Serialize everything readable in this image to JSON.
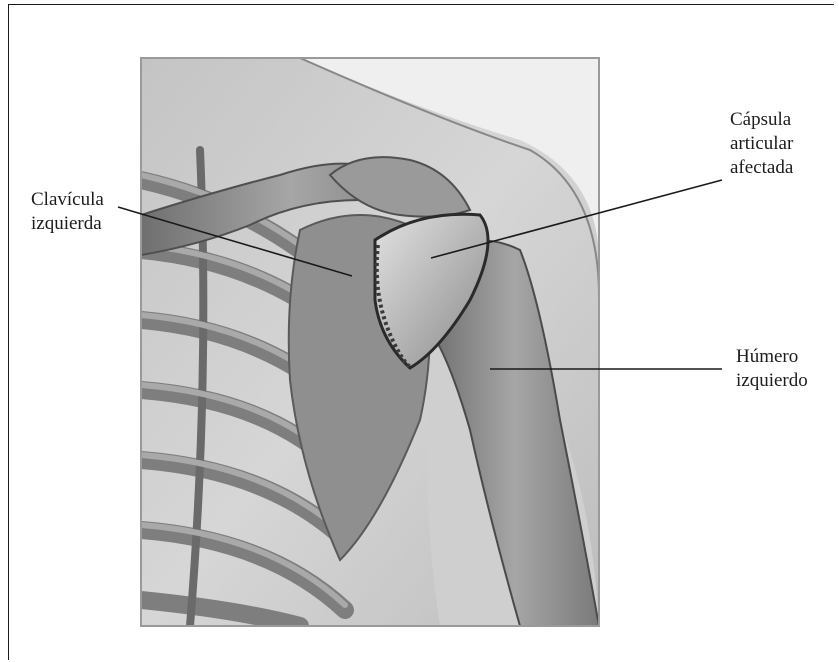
{
  "labels": {
    "clavicle": {
      "line1": "Clavícula",
      "line2": "izquierda"
    },
    "capsule": {
      "line1": "Cápsula",
      "line2": "articular",
      "line3": "afectada"
    },
    "humerus": {
      "line1": "Húmero",
      "line2": "izquierdo"
    }
  },
  "colors": {
    "background": "#ffffff",
    "bone": "#8c8c8c",
    "skin": "#c9c9c9",
    "text": "#1c1c1c"
  }
}
